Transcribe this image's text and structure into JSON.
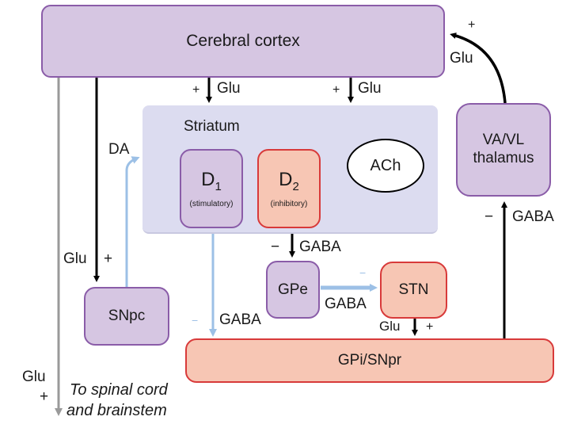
{
  "diagram": {
    "nodes": {
      "cortex": "Cerebral cortex",
      "striatum": "Striatum",
      "d1_main": "D",
      "d1_sub": "1",
      "d1_note": "(stimulatory)",
      "d2_main": "D",
      "d2_sub": "2",
      "d2_note": "(inhibitory)",
      "ach": "ACh",
      "thalamus_line1": "VA/VL",
      "thalamus_line2": "thalamus",
      "snpc": "SNpc",
      "gpe": "GPe",
      "stn": "STN",
      "gpi": "GPi/SNpr"
    },
    "labels": {
      "cortex_striatum_1_sign": "+",
      "cortex_striatum_1_nt": "Glu",
      "cortex_striatum_2_sign": "+",
      "cortex_striatum_2_nt": "Glu",
      "thalamus_cortex_sign": "+",
      "thalamus_cortex_nt": "Glu",
      "da": "DA",
      "cortex_snpc_nt": "Glu",
      "cortex_snpc_sign": "+",
      "d2_gpe_sign": "−",
      "d2_gpe_nt": "GABA",
      "gpe_stn_sign": "−",
      "gpe_stn_nt": "GABA",
      "d1_gpi_sign": "−",
      "d1_gpi_nt": "GABA",
      "stn_gpi_nt": "Glu",
      "stn_gpi_sign": "+",
      "gpi_thalamus_sign": "−",
      "gpi_thalamus_nt": "GABA",
      "spinal_nt": "Glu",
      "spinal_sign": "+",
      "spinal_line1": "To spinal cord",
      "spinal_line2": "and brainstem"
    },
    "colors": {
      "purple_fill": "#d6c6e2",
      "purple_border": "#8a5ca8",
      "salmon_fill": "#f7c6b4",
      "salmon_border": "#d83a3a",
      "striatum_fill": "#dcdcf0",
      "dopamine_arrow": "#9cc0e6",
      "spinal_arrow": "#9a9a9a"
    }
  }
}
